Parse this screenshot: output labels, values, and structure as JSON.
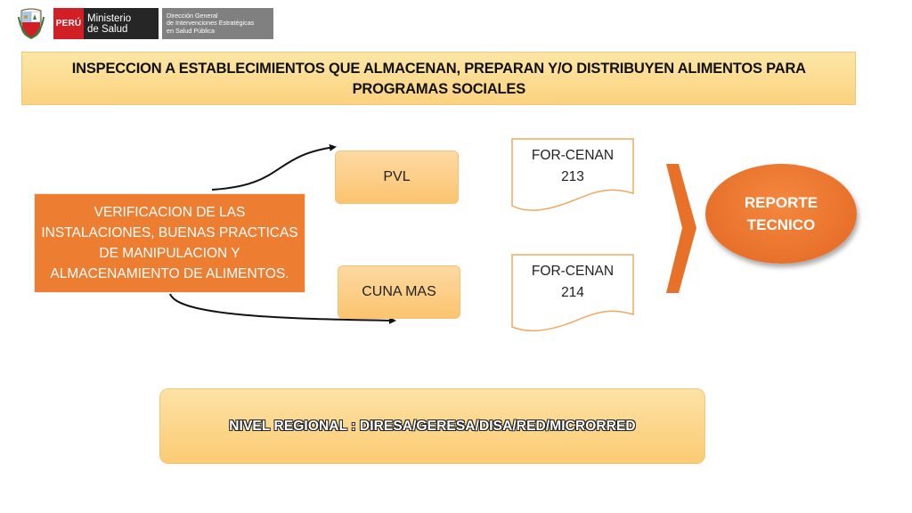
{
  "header": {
    "country_label": "PERÚ",
    "ministry_line1": "Ministerio",
    "ministry_line2": "de Salud",
    "direction_line1": "Dirección General",
    "direction_line2": "de Intervenciones Estratégicas",
    "direction_line3": "en Salud Pública"
  },
  "title": {
    "line1": "INSPECCION A ESTABLECIMIENTOS QUE ALMACENAN, PREPARAN Y/O DISTRIBUYEN ALIMENTOS PARA",
    "line2": "PROGRAMAS SOCIALES"
  },
  "diagram": {
    "verification": "VERIFICACION DE LAS INSTALACIONES, BUENAS PRACTICAS DE MANIPULACION Y ALMACENAMIENTO DE ALIMENTOS.",
    "program_1": "PVL",
    "program_2": "CUNA MAS",
    "form_1_line1": "FOR-CENAN",
    "form_1_line2": "213",
    "form_2_line1": "FOR-CENAN",
    "form_2_line2": "214",
    "result_line1": "REPORTE",
    "result_line2": "TECNICO",
    "level": "NIVEL REGIONAL :  DIRESA/GERESA/DISA/RED/MICRORRED"
  },
  "colors": {
    "orange": "#ed7d31",
    "peach": "#fbd27f",
    "brand_red": "#d21f26"
  }
}
